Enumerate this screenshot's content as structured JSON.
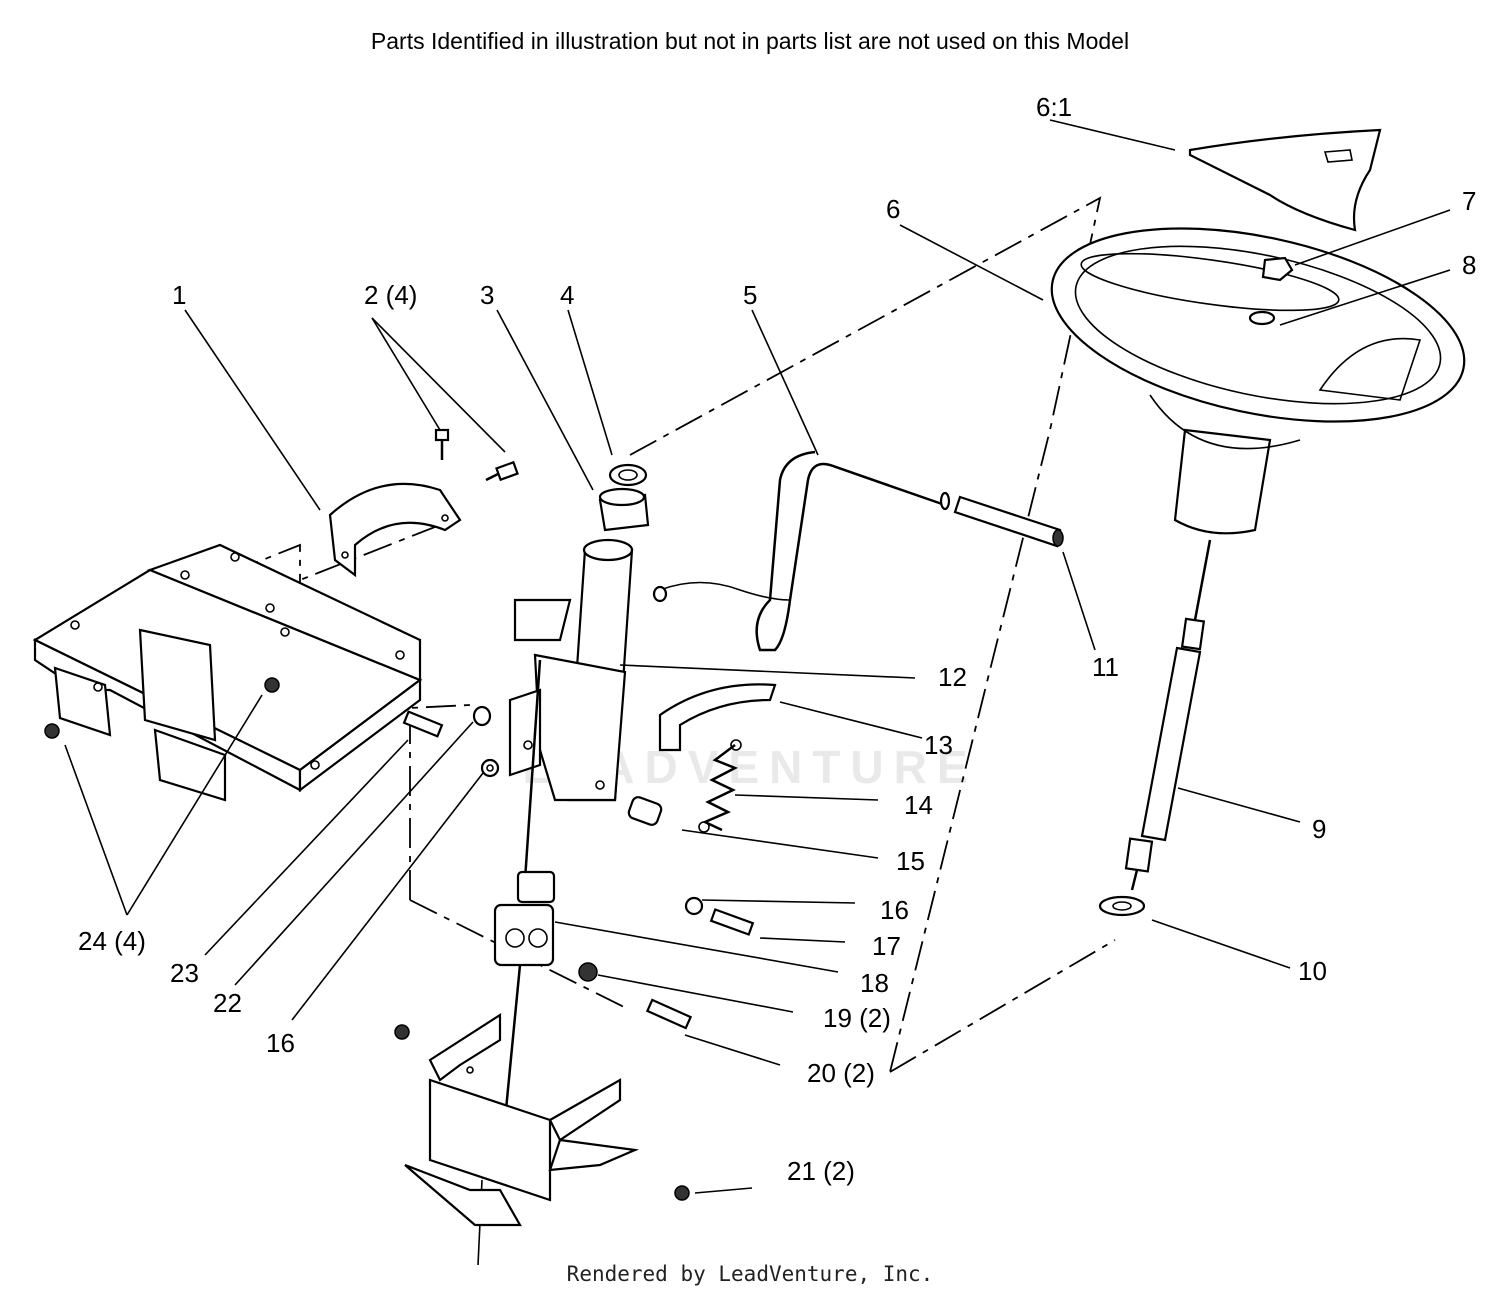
{
  "notice": "Parts Identified  in illustration but not in parts list are not used on this Model",
  "watermark": "LEADVENTURE",
  "footer": "Rendered by LeadVenture, Inc.",
  "callouts": [
    {
      "id": "c1",
      "label": "1"
    },
    {
      "id": "c2",
      "label": "2 (4)"
    },
    {
      "id": "c3",
      "label": "3"
    },
    {
      "id": "c4",
      "label": "4"
    },
    {
      "id": "c5",
      "label": "5"
    },
    {
      "id": "c6",
      "label": "6"
    },
    {
      "id": "c61",
      "label": "6:1"
    },
    {
      "id": "c7",
      "label": "7"
    },
    {
      "id": "c8",
      "label": "8"
    },
    {
      "id": "c9",
      "label": "9"
    },
    {
      "id": "c10",
      "label": "10"
    },
    {
      "id": "c11",
      "label": "11"
    },
    {
      "id": "c12",
      "label": "12"
    },
    {
      "id": "c13",
      "label": "13"
    },
    {
      "id": "c14",
      "label": "14"
    },
    {
      "id": "c15",
      "label": "15"
    },
    {
      "id": "c16a",
      "label": "16"
    },
    {
      "id": "c16b",
      "label": "16"
    },
    {
      "id": "c17",
      "label": "17"
    },
    {
      "id": "c18",
      "label": "18"
    },
    {
      "id": "c19",
      "label": "19 (2)"
    },
    {
      "id": "c20",
      "label": "20 (2)"
    },
    {
      "id": "c21",
      "label": "21 (2)"
    },
    {
      "id": "c22",
      "label": "22"
    },
    {
      "id": "c23",
      "label": "23"
    },
    {
      "id": "c24",
      "label": "24 (4)"
    }
  ]
}
